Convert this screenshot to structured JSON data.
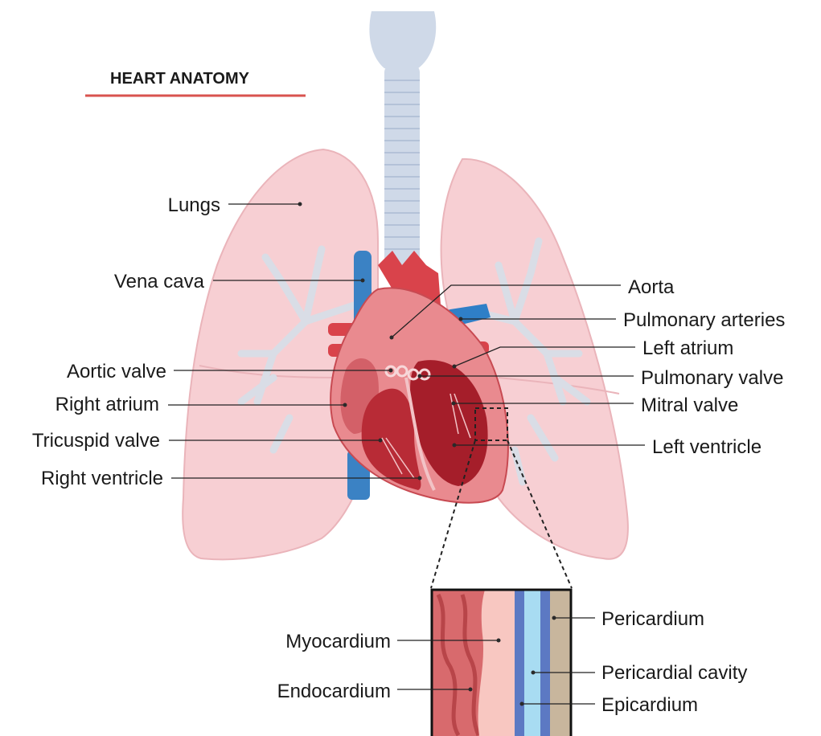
{
  "title": "HEART ANATOMY",
  "colors": {
    "title_underline": "#d9534f",
    "lung_fill": "#f7cfd3",
    "lung_stroke": "#eab4ba",
    "bronchi": "#d9dde6",
    "trachea": "#cfd9e8",
    "vein_blue": "#3b82c4",
    "artery_red": "#d9434b",
    "heart_dark": "#a51e2a",
    "heart_light": "#e98a8f"
  },
  "labels": {
    "lungs": "Lungs",
    "vena_cava": "Vena cava",
    "aortic_valve": "Aortic valve",
    "right_atrium": "Right atrium",
    "tricuspid_valve": "Tricuspid valve",
    "right_ventricle": "Right ventricle",
    "aorta": "Aorta",
    "pulmonary_arteries": "Pulmonary arteries",
    "left_atrium": "Left atrium",
    "pulmonary_valve": "Pulmonary valve",
    "mitral_valve": "Mitral valve",
    "left_ventricle": "Left ventricle",
    "myocardium": "Myocardium",
    "endocardium": "Endocardium",
    "pericardium": "Pericardium",
    "pericardial_cavity": "Pericardial cavity",
    "epicardium": "Epicardium"
  }
}
